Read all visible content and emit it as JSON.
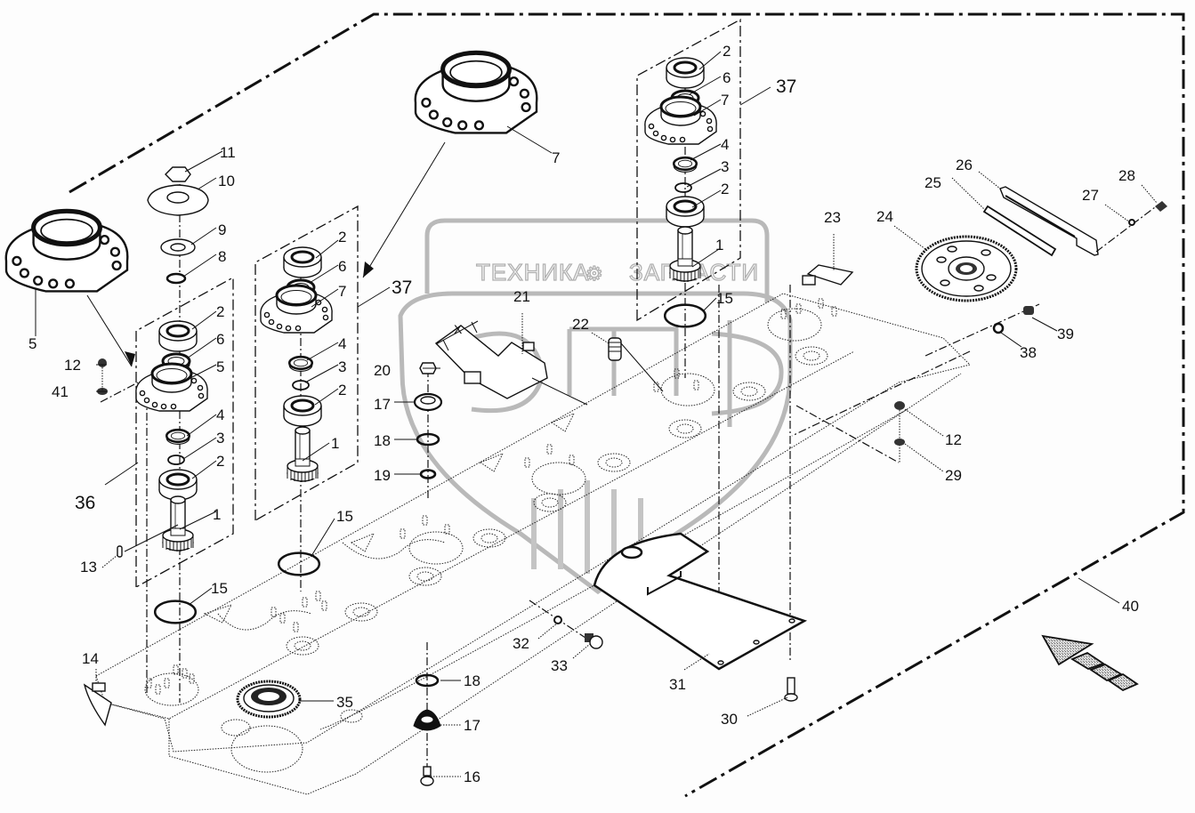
{
  "watermark": {
    "line1_left": "ТЕХНИКА",
    "line1_right": "ЗАПЧАСТИ",
    "logo": "ЭПФ",
    "gear_glyph": "⚙"
  },
  "dimension_label": "X",
  "callouts": {
    "p1a": "1",
    "p1b": "1",
    "p1c": "1",
    "p2a": "2",
    "p2b": "2",
    "p2c": "2",
    "p2d": "2",
    "p2e": "2",
    "p2f": "2",
    "p3a": "3",
    "p3b": "3",
    "p3c": "3",
    "p4a": "4",
    "p4b": "4",
    "p4c": "4",
    "p5a": "5",
    "p5b": "5",
    "p6a": "6",
    "p6b": "6",
    "p6c": "6",
    "p7a": "7",
    "p7b": "7",
    "p7c": "7",
    "p8": "8",
    "p9": "9",
    "p10": "10",
    "p11": "11",
    "p12a": "12",
    "p12b": "12",
    "p13": "13",
    "p14": "14",
    "p15a": "15",
    "p15b": "15",
    "p15c": "15",
    "p16": "16",
    "p17a": "17",
    "p17b": "17",
    "p18a": "18",
    "p18b": "18",
    "p19": "19",
    "p20": "20",
    "p21": "21",
    "p22": "22",
    "p23": "23",
    "p24": "24",
    "p25": "25",
    "p26": "26",
    "p27": "27",
    "p28": "28",
    "p29": "29",
    "p30": "30",
    "p31": "31",
    "p32": "32",
    "p33": "33",
    "p35": "35",
    "p36": "36",
    "p37a": "37",
    "p37b": "37",
    "p38": "38",
    "p39": "39",
    "p40": "40",
    "p41": "41"
  },
  "direction_arrow": {
    "icon": "travel-direction-arrow",
    "color": "#999999"
  }
}
